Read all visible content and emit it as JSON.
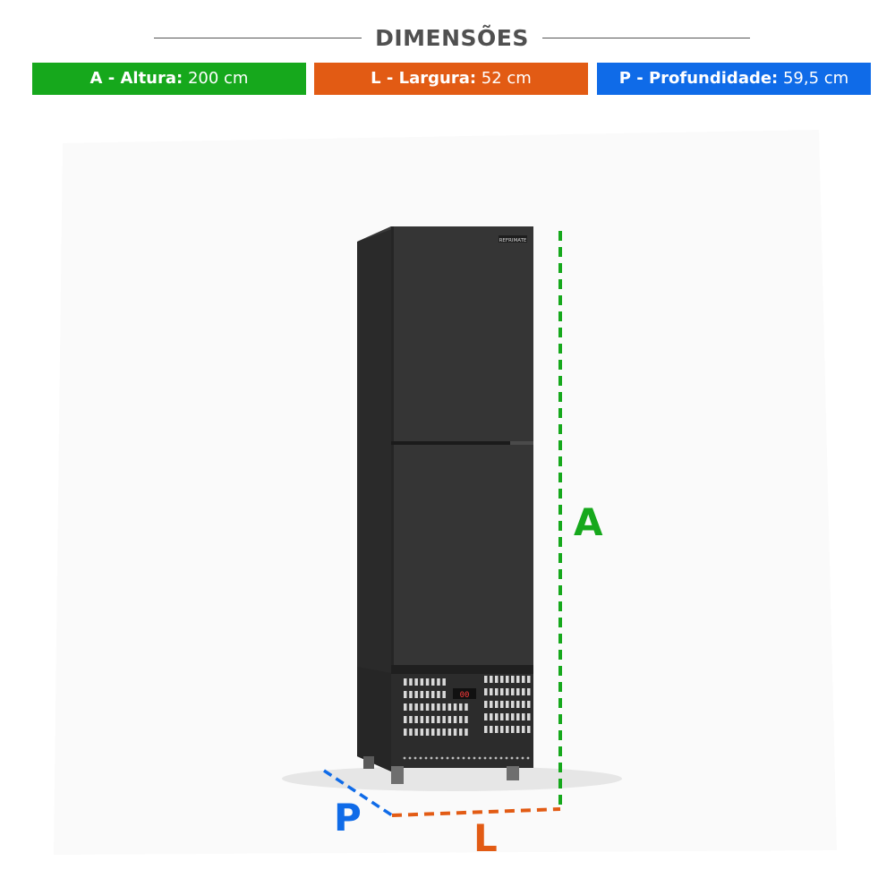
{
  "header": {
    "title": "DIMENSÕES"
  },
  "dimensions": {
    "height": {
      "key": "A - Altura:",
      "value": "200 cm",
      "color": "#16a81c"
    },
    "width": {
      "key": "L - Largura:",
      "value": "52 cm",
      "color": "#e25b14"
    },
    "depth": {
      "key": "P - Profundidade:",
      "value": "59,5 cm",
      "color": "#0f6be8"
    }
  },
  "product": {
    "brand": "REFRIMATE",
    "display_reading": "00"
  },
  "labels": {
    "height_letter": "A",
    "width_letter": "L",
    "depth_letter": "P"
  }
}
